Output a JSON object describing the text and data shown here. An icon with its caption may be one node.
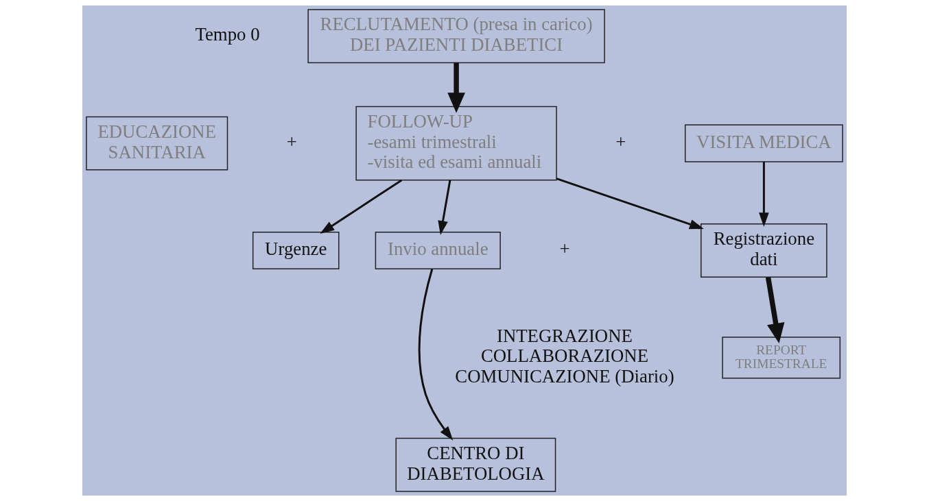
{
  "diagram": {
    "nodes": [
      {
        "text": [
          "RECLUTAMENTO (presa in carico) DEI PAZIENTI DIABETICI"
        ]
      },
      {
        "text": [
          "EDUCAZIONE SANITARIA"
        ]
      },
      {
        "text": [
          "FOLLOW-UP",
          "-esami trimestrali",
          "-visita ed esami annuali"
        ]
      },
      {
        "text": [
          "VISITA MEDICA"
        ]
      },
      {
        "text": [
          "Registrazione dati"
        ]
      },
      {
        "text": [
          "Urgenze"
        ]
      },
      {
        "text": [
          "Invio annuale"
        ]
      },
      {
        "text": [
          "REPORT TRIMESTRALE"
        ]
      },
      {
        "text": [
          "CENTRO DI DIABETOLOGIA"
        ]
      }
    ],
    "edges": [
      {
        "from": 0,
        "to": 2,
        "arrow": "to",
        "style": "thick"
      },
      {
        "from": 2,
        "to": 5,
        "arrow": "to"
      },
      {
        "from": 2,
        "to": 6,
        "arrow": "to"
      },
      {
        "from": 2,
        "to": 4,
        "arrow": "to"
      },
      {
        "from": 3,
        "to": 4,
        "arrow": "to"
      },
      {
        "from": 4,
        "to": 7,
        "arrow": "to",
        "style": "thick"
      },
      {
        "from": 6,
        "to": 8,
        "arrow": "to"
      }
    ],
    "labels": [
      "Tempo 0",
      "+",
      "+",
      "+",
      "INTEGRAZIONE COLLABORAZIONE COMUNICAZIONE (Diario)"
    ]
  }
}
